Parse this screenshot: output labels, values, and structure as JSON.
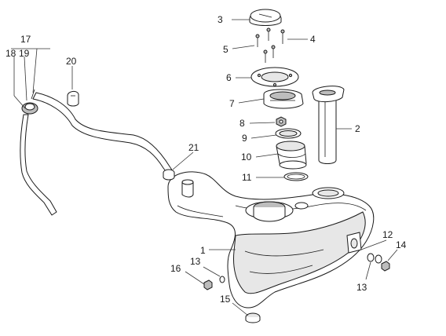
{
  "callouts": [
    {
      "id": "c1",
      "text": "1"
    },
    {
      "id": "c2",
      "text": "2"
    },
    {
      "id": "c3",
      "text": "3"
    },
    {
      "id": "c4",
      "text": "4"
    },
    {
      "id": "c5",
      "text": "5"
    },
    {
      "id": "c6",
      "text": "6"
    },
    {
      "id": "c7",
      "text": "7"
    },
    {
      "id": "c8",
      "text": "8"
    },
    {
      "id": "c9",
      "text": "9"
    },
    {
      "id": "c10",
      "text": "10"
    },
    {
      "id": "c11",
      "text": "11"
    },
    {
      "id": "c12",
      "text": "12"
    },
    {
      "id": "c13a",
      "text": "13"
    },
    {
      "id": "c13b",
      "text": "13"
    },
    {
      "id": "c14",
      "text": "14"
    },
    {
      "id": "c15",
      "text": "15"
    },
    {
      "id": "c16",
      "text": "16"
    },
    {
      "id": "c17",
      "text": "17"
    },
    {
      "id": "c18",
      "text": "18"
    },
    {
      "id": "c19",
      "text": "19"
    },
    {
      "id": "c20",
      "text": "20"
    },
    {
      "id": "c21",
      "text": "21"
    }
  ],
  "colors": {
    "line": "#1a1a1a",
    "fill": "#ffffff",
    "shade": "#e7e7e7"
  }
}
